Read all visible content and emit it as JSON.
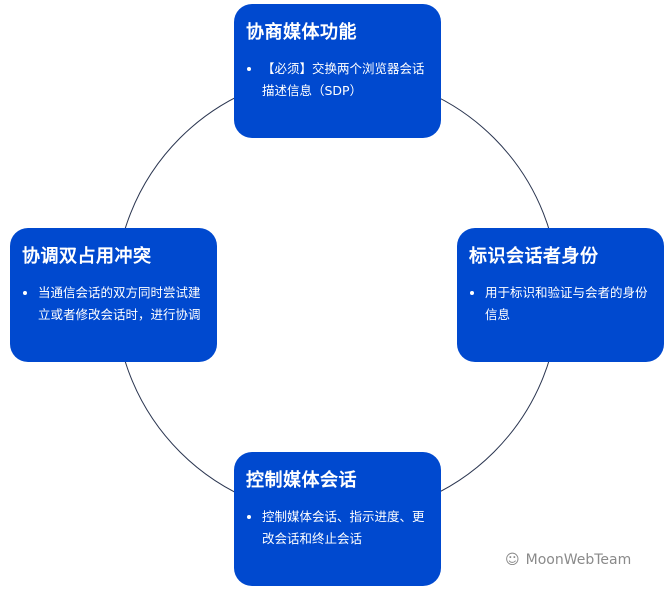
{
  "nodes": [
    {
      "title": "协商媒体功能",
      "bullet": "【必须】交换两个浏览器会话描述信息（SDP）"
    },
    {
      "title": "标识会话者身份",
      "bullet": "用于标识和验证与会者的身份信息"
    },
    {
      "title": "控制媒体会话",
      "bullet": "控制媒体会话、指示进度、更改会话和终止会话"
    },
    {
      "title": "协调双占用冲突",
      "bullet": "当通信会话的双方同时尝试建立或者修改会话时，进行协调"
    }
  ],
  "watermark": "MoonWebTeam",
  "colors": {
    "box": "#0049cf",
    "ring": "#2a3550"
  }
}
